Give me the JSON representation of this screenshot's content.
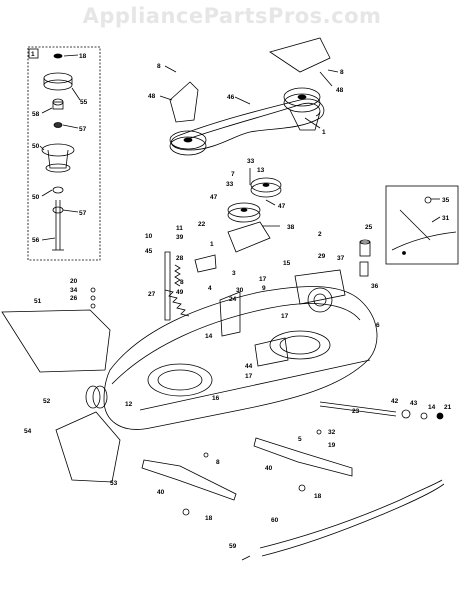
{
  "watermark": "AppliancePartsPros.com",
  "inset_number": "1",
  "part_labels": [
    {
      "id": "p18a",
      "text": "18"
    },
    {
      "id": "p55",
      "text": "55"
    },
    {
      "id": "p58",
      "text": "58"
    },
    {
      "id": "p57a",
      "text": "57"
    },
    {
      "id": "p50a",
      "text": "50"
    },
    {
      "id": "p50b",
      "text": "50"
    },
    {
      "id": "p57b",
      "text": "57"
    },
    {
      "id": "p56",
      "text": "56"
    },
    {
      "id": "p8a",
      "text": "8"
    },
    {
      "id": "p8b",
      "text": "8"
    },
    {
      "id": "p48a",
      "text": "48"
    },
    {
      "id": "p48b",
      "text": "48"
    },
    {
      "id": "p46",
      "text": "46"
    },
    {
      "id": "p1",
      "text": "1"
    },
    {
      "id": "p33a",
      "text": "33"
    },
    {
      "id": "p7",
      "text": "7"
    },
    {
      "id": "p13",
      "text": "13"
    },
    {
      "id": "p33b",
      "text": "33"
    },
    {
      "id": "p47a",
      "text": "47"
    },
    {
      "id": "p47b",
      "text": "47"
    },
    {
      "id": "p38",
      "text": "38"
    },
    {
      "id": "p11",
      "text": "11"
    },
    {
      "id": "p22",
      "text": "22"
    },
    {
      "id": "p39",
      "text": "39"
    },
    {
      "id": "p10",
      "text": "10"
    },
    {
      "id": "p1b",
      "text": "1"
    },
    {
      "id": "p45",
      "text": "45"
    },
    {
      "id": "p2",
      "text": "2"
    },
    {
      "id": "p28",
      "text": "28"
    },
    {
      "id": "p3",
      "text": "3"
    },
    {
      "id": "p15",
      "text": "15"
    },
    {
      "id": "p35",
      "text": "35"
    },
    {
      "id": "p31",
      "text": "31"
    },
    {
      "id": "p25",
      "text": "25"
    },
    {
      "id": "p29",
      "text": "29"
    },
    {
      "id": "p37",
      "text": "37"
    },
    {
      "id": "p36",
      "text": "36"
    },
    {
      "id": "p20",
      "text": "20"
    },
    {
      "id": "p34",
      "text": "34"
    },
    {
      "id": "p26",
      "text": "26"
    },
    {
      "id": "p51",
      "text": "51"
    },
    {
      "id": "p8c",
      "text": "8"
    },
    {
      "id": "p27",
      "text": "27"
    },
    {
      "id": "p49",
      "text": "49"
    },
    {
      "id": "p4",
      "text": "4"
    },
    {
      "id": "p30",
      "text": "30"
    },
    {
      "id": "p24",
      "text": "24"
    },
    {
      "id": "p9",
      "text": "9"
    },
    {
      "id": "p17a",
      "text": "17"
    },
    {
      "id": "p17b",
      "text": "17"
    },
    {
      "id": "p6",
      "text": "6"
    },
    {
      "id": "p14a",
      "text": "14"
    },
    {
      "id": "p16",
      "text": "16"
    },
    {
      "id": "p44",
      "text": "44"
    },
    {
      "id": "p17c",
      "text": "17"
    },
    {
      "id": "p52",
      "text": "52"
    },
    {
      "id": "p12",
      "text": "12"
    },
    {
      "id": "p54",
      "text": "54"
    },
    {
      "id": "p53",
      "text": "53"
    },
    {
      "id": "p8d",
      "text": "8"
    },
    {
      "id": "p40a",
      "text": "40"
    },
    {
      "id": "p18b",
      "text": "18"
    },
    {
      "id": "p5",
      "text": "5"
    },
    {
      "id": "p32",
      "text": "32"
    },
    {
      "id": "p19",
      "text": "19"
    },
    {
      "id": "p23",
      "text": "23"
    },
    {
      "id": "p42",
      "text": "42"
    },
    {
      "id": "p43",
      "text": "43"
    },
    {
      "id": "p14b",
      "text": "14"
    },
    {
      "id": "p21",
      "text": "21"
    },
    {
      "id": "p40b",
      "text": "40"
    },
    {
      "id": "p18c",
      "text": "18"
    },
    {
      "id": "p60",
      "text": "60"
    },
    {
      "id": "p59",
      "text": "59"
    }
  ]
}
